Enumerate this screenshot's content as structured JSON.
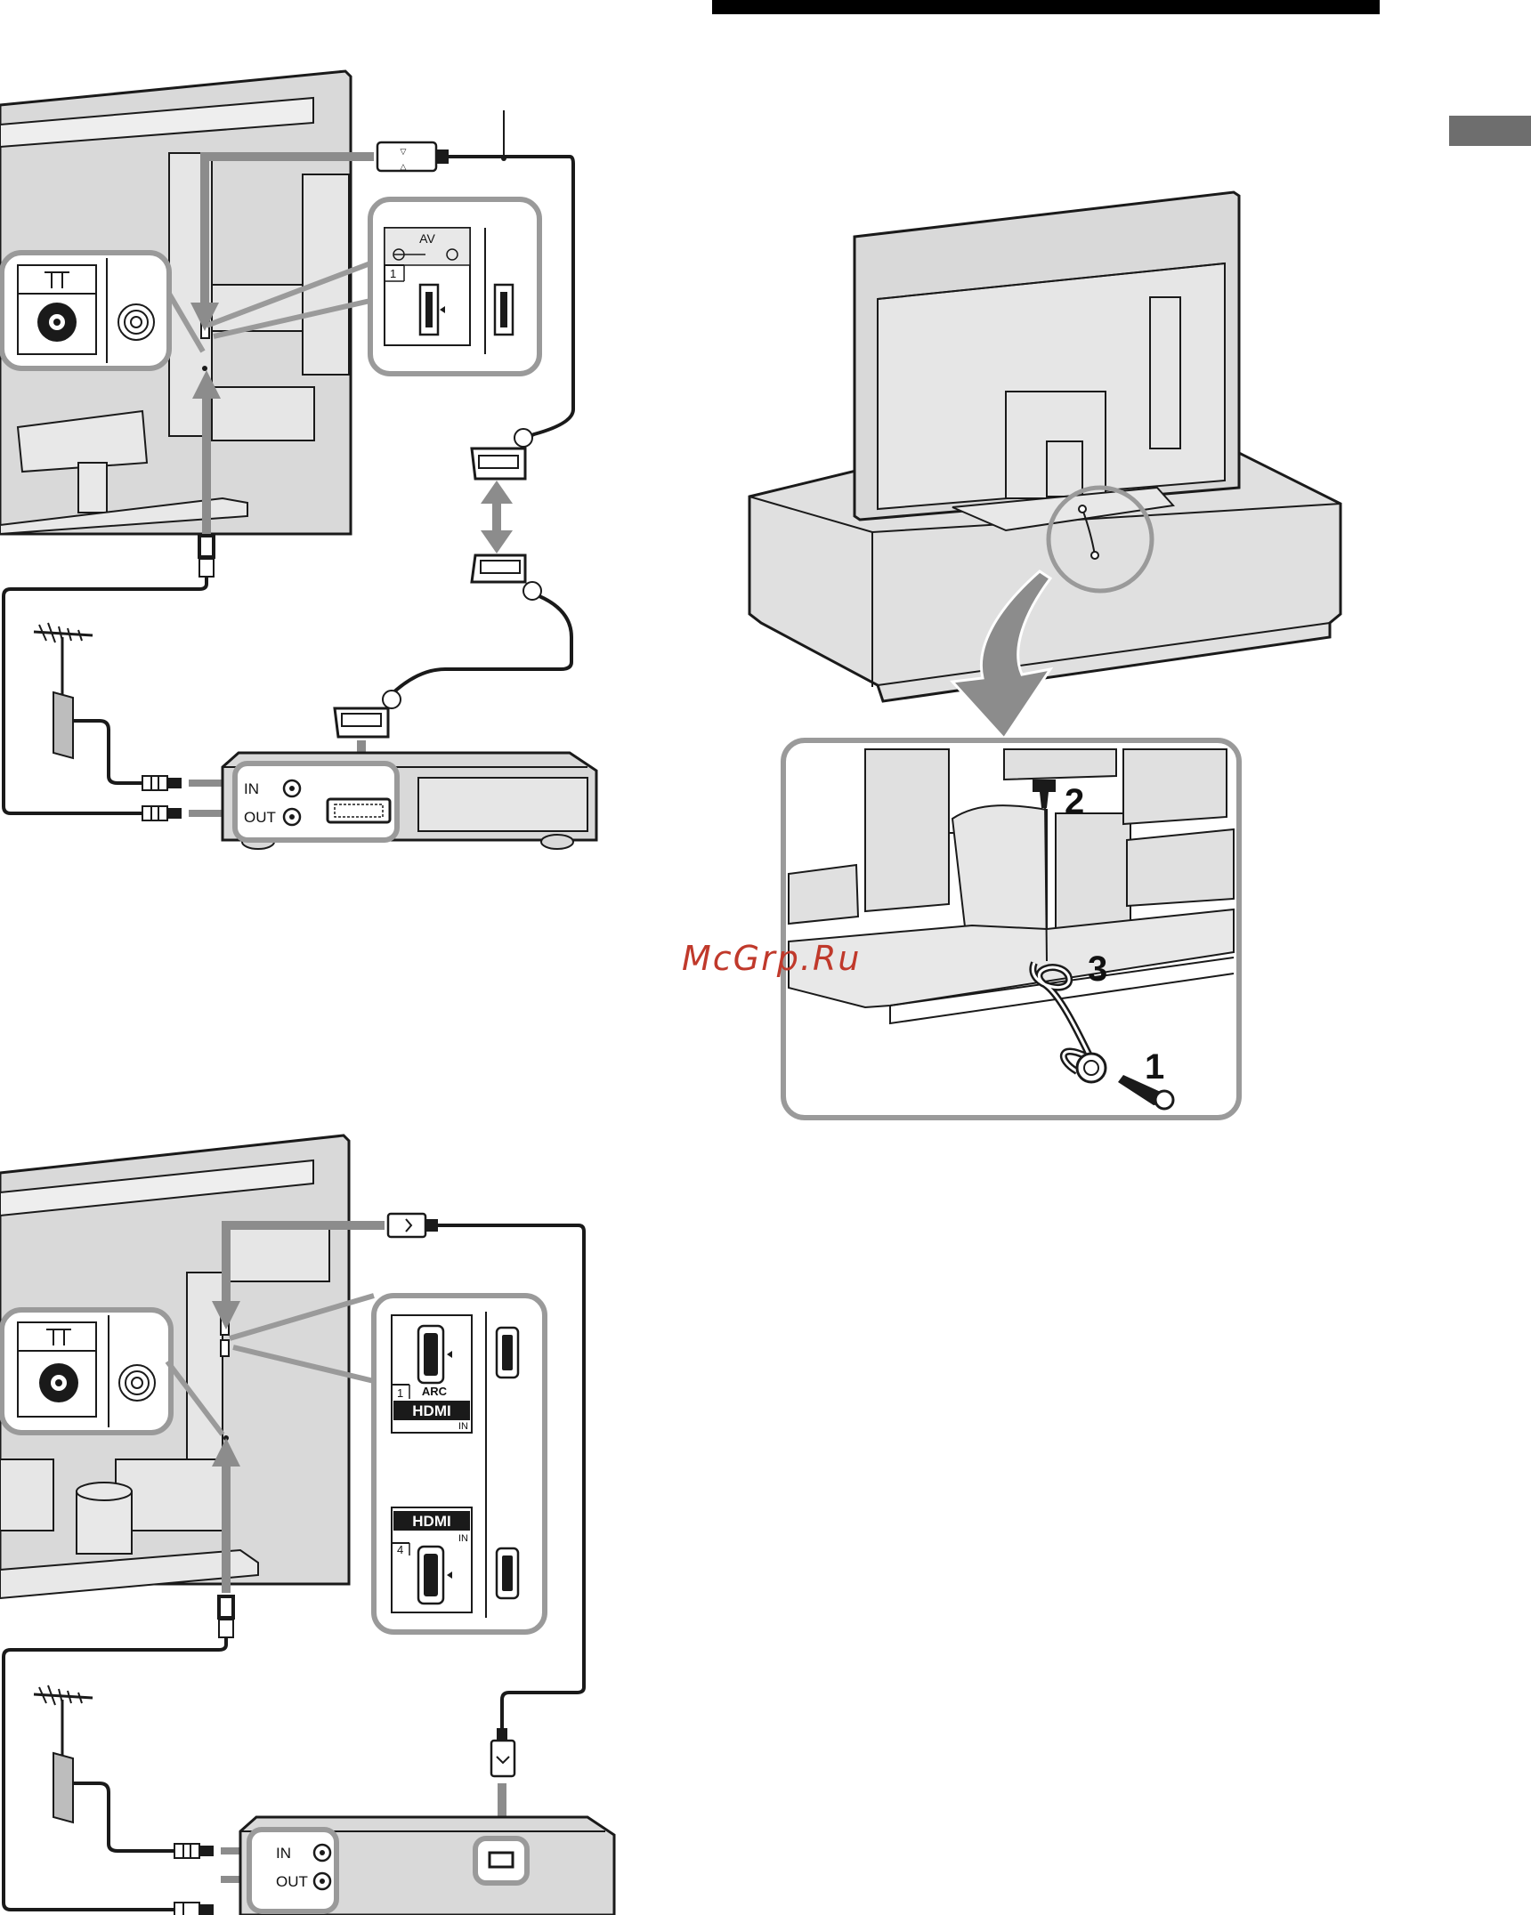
{
  "colors": {
    "line": "#1a1a1a",
    "tv_gray": "#d9d9d9",
    "callout": "#9a9a9a",
    "arrow": "#8c8c8c",
    "header_bar": "#000000",
    "tab": "#6e6e6e",
    "watermark": "#c0392b"
  },
  "top_diagram": {
    "av_panel": {
      "title": "AV",
      "port_number": "1"
    },
    "recorder_ports": {
      "in_label": "IN",
      "out_label": "OUT"
    }
  },
  "bottom_diagram": {
    "hdmi_panel": {
      "port1_number": "1",
      "port1_arc": "ARC",
      "hdmi_logo": "HDMI",
      "in_text": "IN",
      "port4_number": "4"
    },
    "recorder_ports": {
      "in_label": "IN",
      "out_label": "OUT"
    }
  },
  "stand_detail": {
    "step1": "1",
    "step2": "2",
    "step3": "3"
  },
  "watermark": {
    "text": "McGrp.Ru"
  }
}
